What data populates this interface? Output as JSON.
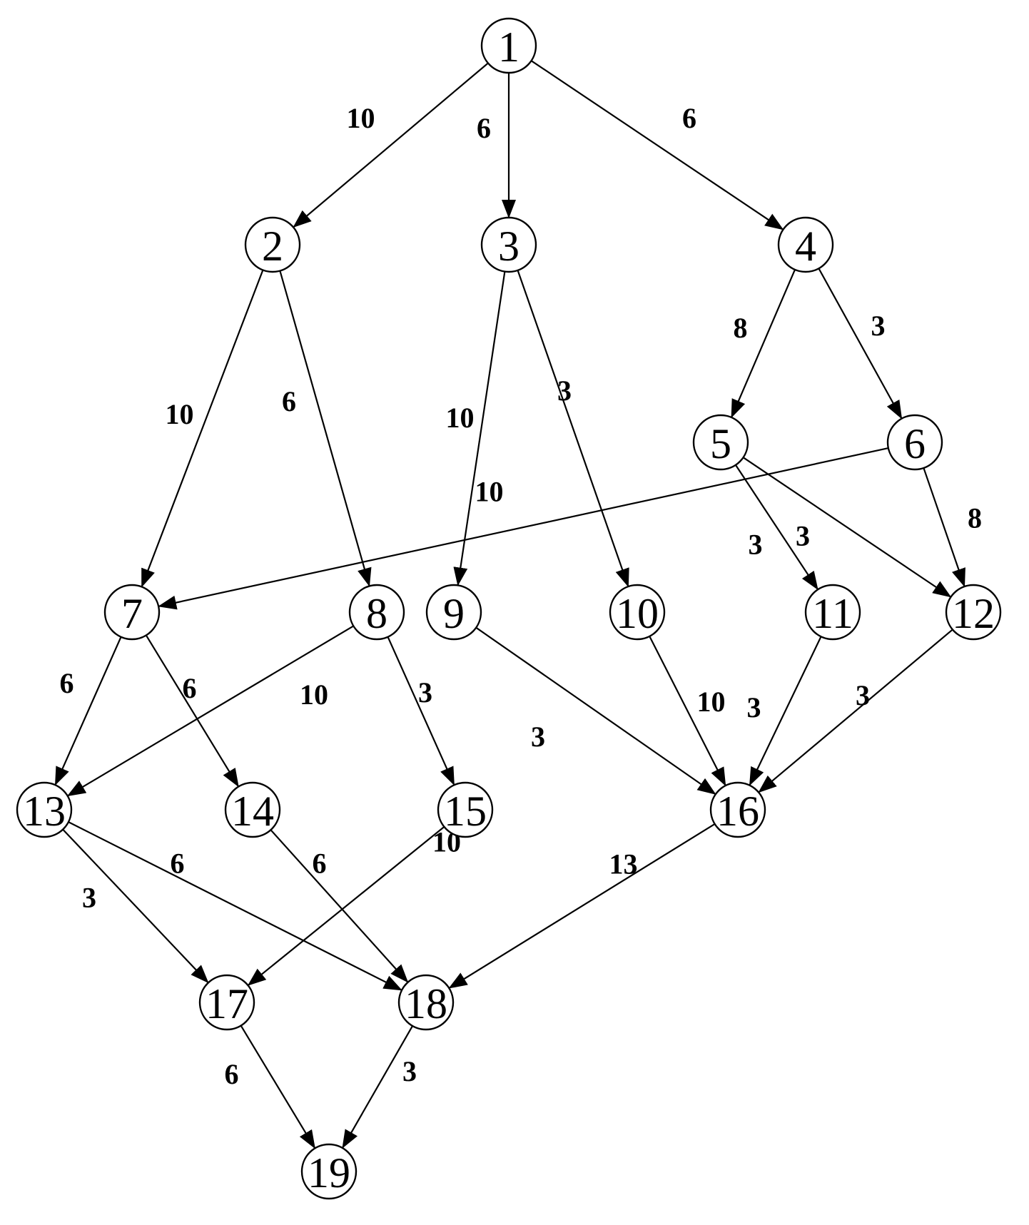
{
  "diagram": {
    "colors": {
      "stroke": "#000000",
      "background": "#ffffff"
    },
    "nodes": [
      {
        "id": "1",
        "label": "1"
      },
      {
        "id": "2",
        "label": "2"
      },
      {
        "id": "3",
        "label": "3"
      },
      {
        "id": "4",
        "label": "4"
      },
      {
        "id": "5",
        "label": "5"
      },
      {
        "id": "6",
        "label": "6"
      },
      {
        "id": "7",
        "label": "7"
      },
      {
        "id": "8",
        "label": "8"
      },
      {
        "id": "9",
        "label": "9"
      },
      {
        "id": "10",
        "label": "10"
      },
      {
        "id": "11",
        "label": "11"
      },
      {
        "id": "12",
        "label": "12"
      },
      {
        "id": "13",
        "label": "13"
      },
      {
        "id": "14",
        "label": "14"
      },
      {
        "id": "15",
        "label": "15"
      },
      {
        "id": "16",
        "label": "16"
      },
      {
        "id": "17",
        "label": "17"
      },
      {
        "id": "18",
        "label": "18"
      },
      {
        "id": "19",
        "label": "19"
      }
    ],
    "edges": [
      {
        "from": "1",
        "to": "2",
        "weight": "10"
      },
      {
        "from": "1",
        "to": "3",
        "weight": "6"
      },
      {
        "from": "1",
        "to": "4",
        "weight": "6"
      },
      {
        "from": "2",
        "to": "7",
        "weight": "10"
      },
      {
        "from": "2",
        "to": "8",
        "weight": "6"
      },
      {
        "from": "3",
        "to": "9",
        "weight": "10"
      },
      {
        "from": "3",
        "to": "10",
        "weight": "3"
      },
      {
        "from": "4",
        "to": "5",
        "weight": "8"
      },
      {
        "from": "4",
        "to": "6",
        "weight": "3"
      },
      {
        "from": "6",
        "to": "7",
        "weight": "10"
      },
      {
        "from": "5",
        "to": "11",
        "weight": "3"
      },
      {
        "from": "5",
        "to": "12",
        "weight": "3"
      },
      {
        "from": "6",
        "to": "12",
        "weight": "8"
      },
      {
        "from": "7",
        "to": "13",
        "weight": "6"
      },
      {
        "from": "7",
        "to": "14",
        "weight": "6"
      },
      {
        "from": "8",
        "to": "13",
        "weight": "10"
      },
      {
        "from": "8",
        "to": "15",
        "weight": "3"
      },
      {
        "from": "9",
        "to": "16",
        "weight": "3"
      },
      {
        "from": "10",
        "to": "16",
        "weight": "10"
      },
      {
        "from": "11",
        "to": "16",
        "weight": "3"
      },
      {
        "from": "12",
        "to": "16",
        "weight": "3"
      },
      {
        "from": "13",
        "to": "17",
        "weight": "3"
      },
      {
        "from": "13",
        "to": "18",
        "weight": "6"
      },
      {
        "from": "14",
        "to": "18",
        "weight": "6"
      },
      {
        "from": "15",
        "to": "17",
        "weight": "10"
      },
      {
        "from": "16",
        "to": "18",
        "weight": "13"
      },
      {
        "from": "17",
        "to": "19",
        "weight": "6"
      },
      {
        "from": "18",
        "to": "19",
        "weight": "3"
      }
    ]
  }
}
